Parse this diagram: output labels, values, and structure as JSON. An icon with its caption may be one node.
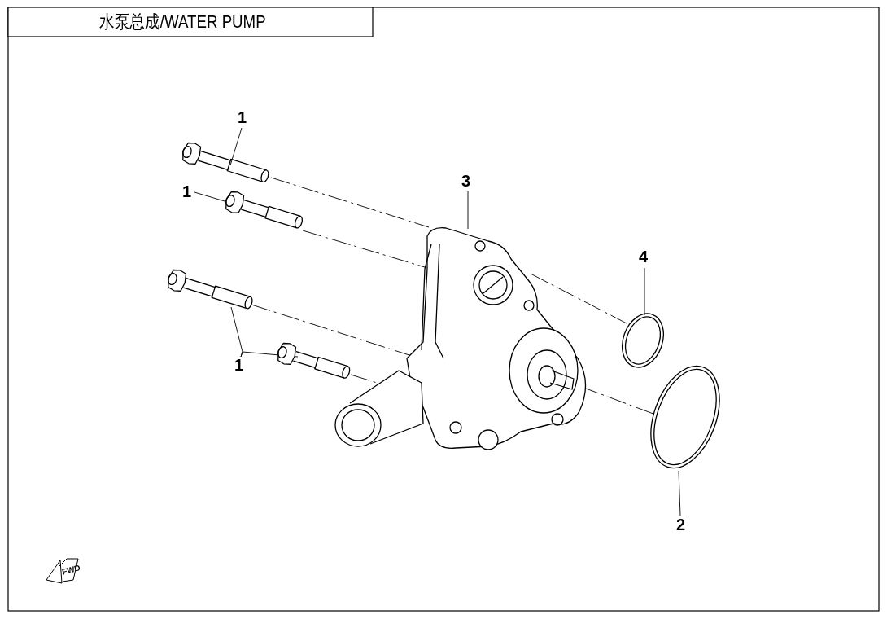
{
  "diagram": {
    "title": "水泵总成/WATER PUMP",
    "nodes": [
      {
        "text": [
          "1"
        ]
      },
      {
        "text": [
          "1"
        ]
      },
      {
        "text": [
          "1"
        ]
      },
      {
        "text": [
          "3"
        ]
      },
      {
        "text": [
          "4"
        ]
      },
      {
        "text": [
          "2"
        ]
      },
      {
        "text": [],
        "shape": "picture"
      },
      {
        "text": [],
        "shape": "picture"
      },
      {
        "text": [],
        "shape": "picture"
      },
      {
        "text": [],
        "shape": "picture"
      },
      {
        "text": [],
        "shape": "picture"
      },
      {
        "text": [],
        "shape": "picture"
      },
      {
        "text": [],
        "shape": "picture"
      }
    ],
    "edges": [
      {
        "from": 0,
        "to": 6,
        "arrow": "none"
      },
      {
        "from": 1,
        "to": 7,
        "arrow": "none"
      },
      {
        "from": 2,
        "to": 8,
        "arrow": "none"
      },
      {
        "from": 2,
        "to": 9,
        "arrow": "none"
      },
      {
        "from": 3,
        "to": 10,
        "arrow": "none"
      },
      {
        "from": 4,
        "to": 11,
        "arrow": "none"
      },
      {
        "from": 5,
        "to": 12,
        "arrow": "none"
      },
      {
        "from": 6,
        "to": 10,
        "arrow": "none",
        "style": "dashed"
      },
      {
        "from": 7,
        "to": 10,
        "arrow": "none",
        "style": "dashed"
      },
      {
        "from": 8,
        "to": 10,
        "arrow": "none",
        "style": "dashed"
      },
      {
        "from": 9,
        "to": 10,
        "arrow": "none",
        "style": "dashed"
      },
      {
        "from": 10,
        "to": 11,
        "arrow": "none",
        "style": "dashed"
      },
      {
        "from": 10,
        "to": 12,
        "arrow": "none",
        "style": "dashed"
      }
    ],
    "labels": [
      "FWD"
    ]
  }
}
